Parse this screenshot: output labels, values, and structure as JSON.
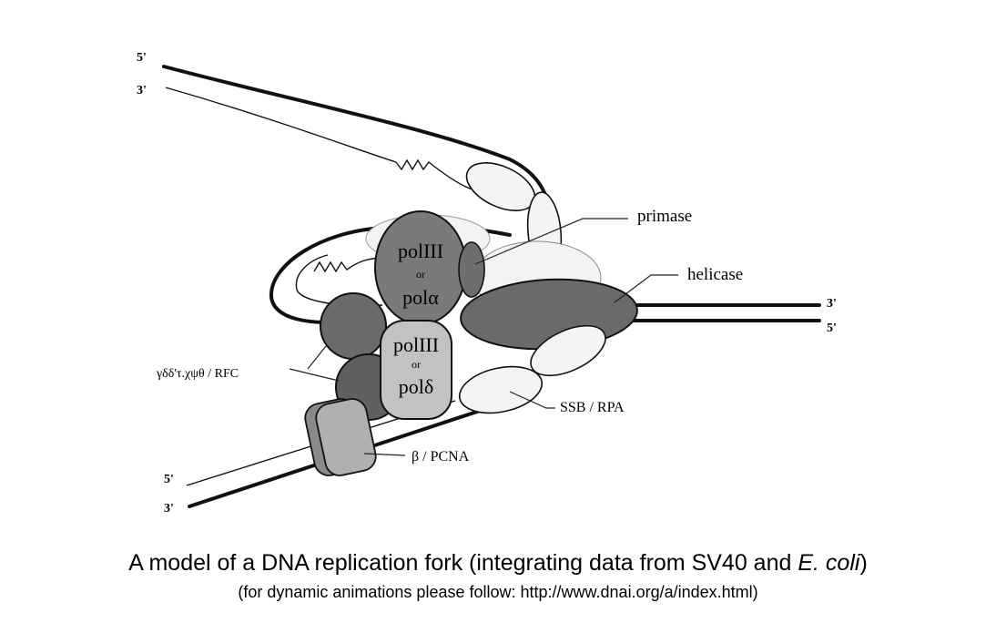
{
  "diagram": {
    "strand_ends": {
      "top_left_5": "5'",
      "top_left_3": "3'",
      "right_3": "3'",
      "right_5": "5'",
      "bottom_left_5": "5'",
      "bottom_left_3": "3'"
    },
    "labels": {
      "primase": "primase",
      "helicase": "helicase",
      "clamp_loader": "γδδ'τ.χψθ / RFC",
      "ssb": "SSB  /  RPA",
      "clamp": "β / PCNA"
    },
    "polymerase_top": {
      "line1": "polIII",
      "line2": "or",
      "line3": "polα"
    },
    "polymerase_bottom": {
      "line1": "polIII",
      "line2": "or",
      "line3": "polδ"
    },
    "colors": {
      "dark_protein": "#6b6b6b",
      "light_protein": "#b8b8b8",
      "pale_protein": "#f2f2f2",
      "strand": "#111111"
    }
  },
  "caption": {
    "main_prefix": "A model of a DNA replication fork (integrating data from SV40 and ",
    "main_italic": "E. coli",
    "main_suffix": ")",
    "sub": "(for dynamic animations please follow:  http://www.dnai.org/a/index.html)"
  }
}
